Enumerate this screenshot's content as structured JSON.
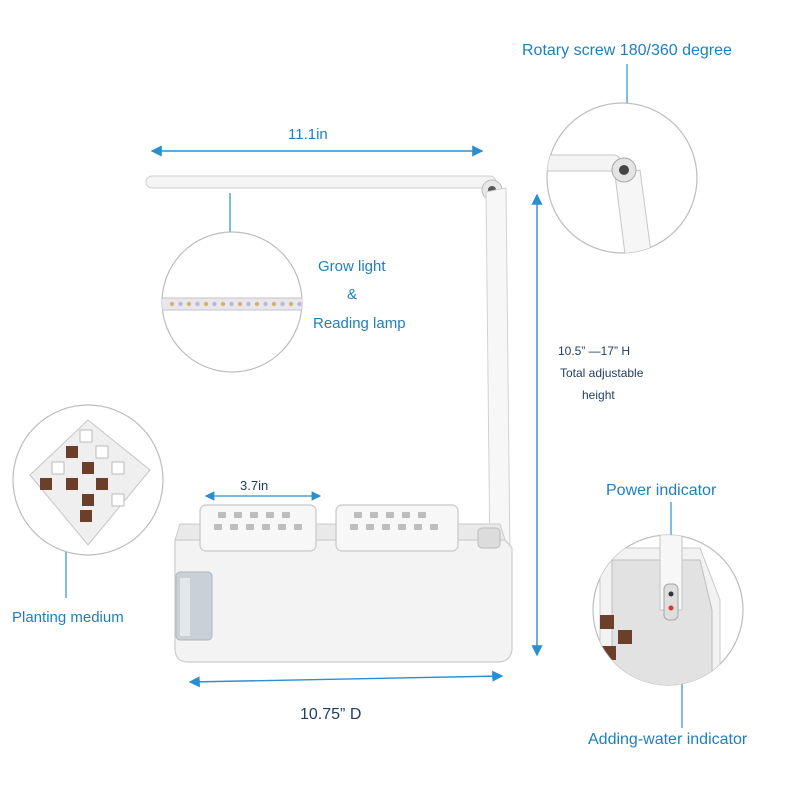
{
  "colors": {
    "accent": "#2a8fd0",
    "label": "#1e7fbf",
    "product_body": "#f2f2f2",
    "product_edge": "#c9c9c9",
    "soil": "#6b3f2a"
  },
  "dimensions": {
    "width": "11.1in",
    "pod_width": "3.7in",
    "depth": "10.75”  D",
    "height_value": "10.5” —17” H",
    "height_caption_1": "Total adjustable",
    "height_caption_2": "height"
  },
  "callouts": {
    "rotary_screw": "Rotary screw 180/360 degree",
    "grow_light": "Grow light",
    "ampersand": "&",
    "reading_lamp": "Reading lamp",
    "planting_medium": "Planting medium",
    "power_indicator": "Power indicator",
    "adding_water_indicator": "Adding-water indicator"
  }
}
